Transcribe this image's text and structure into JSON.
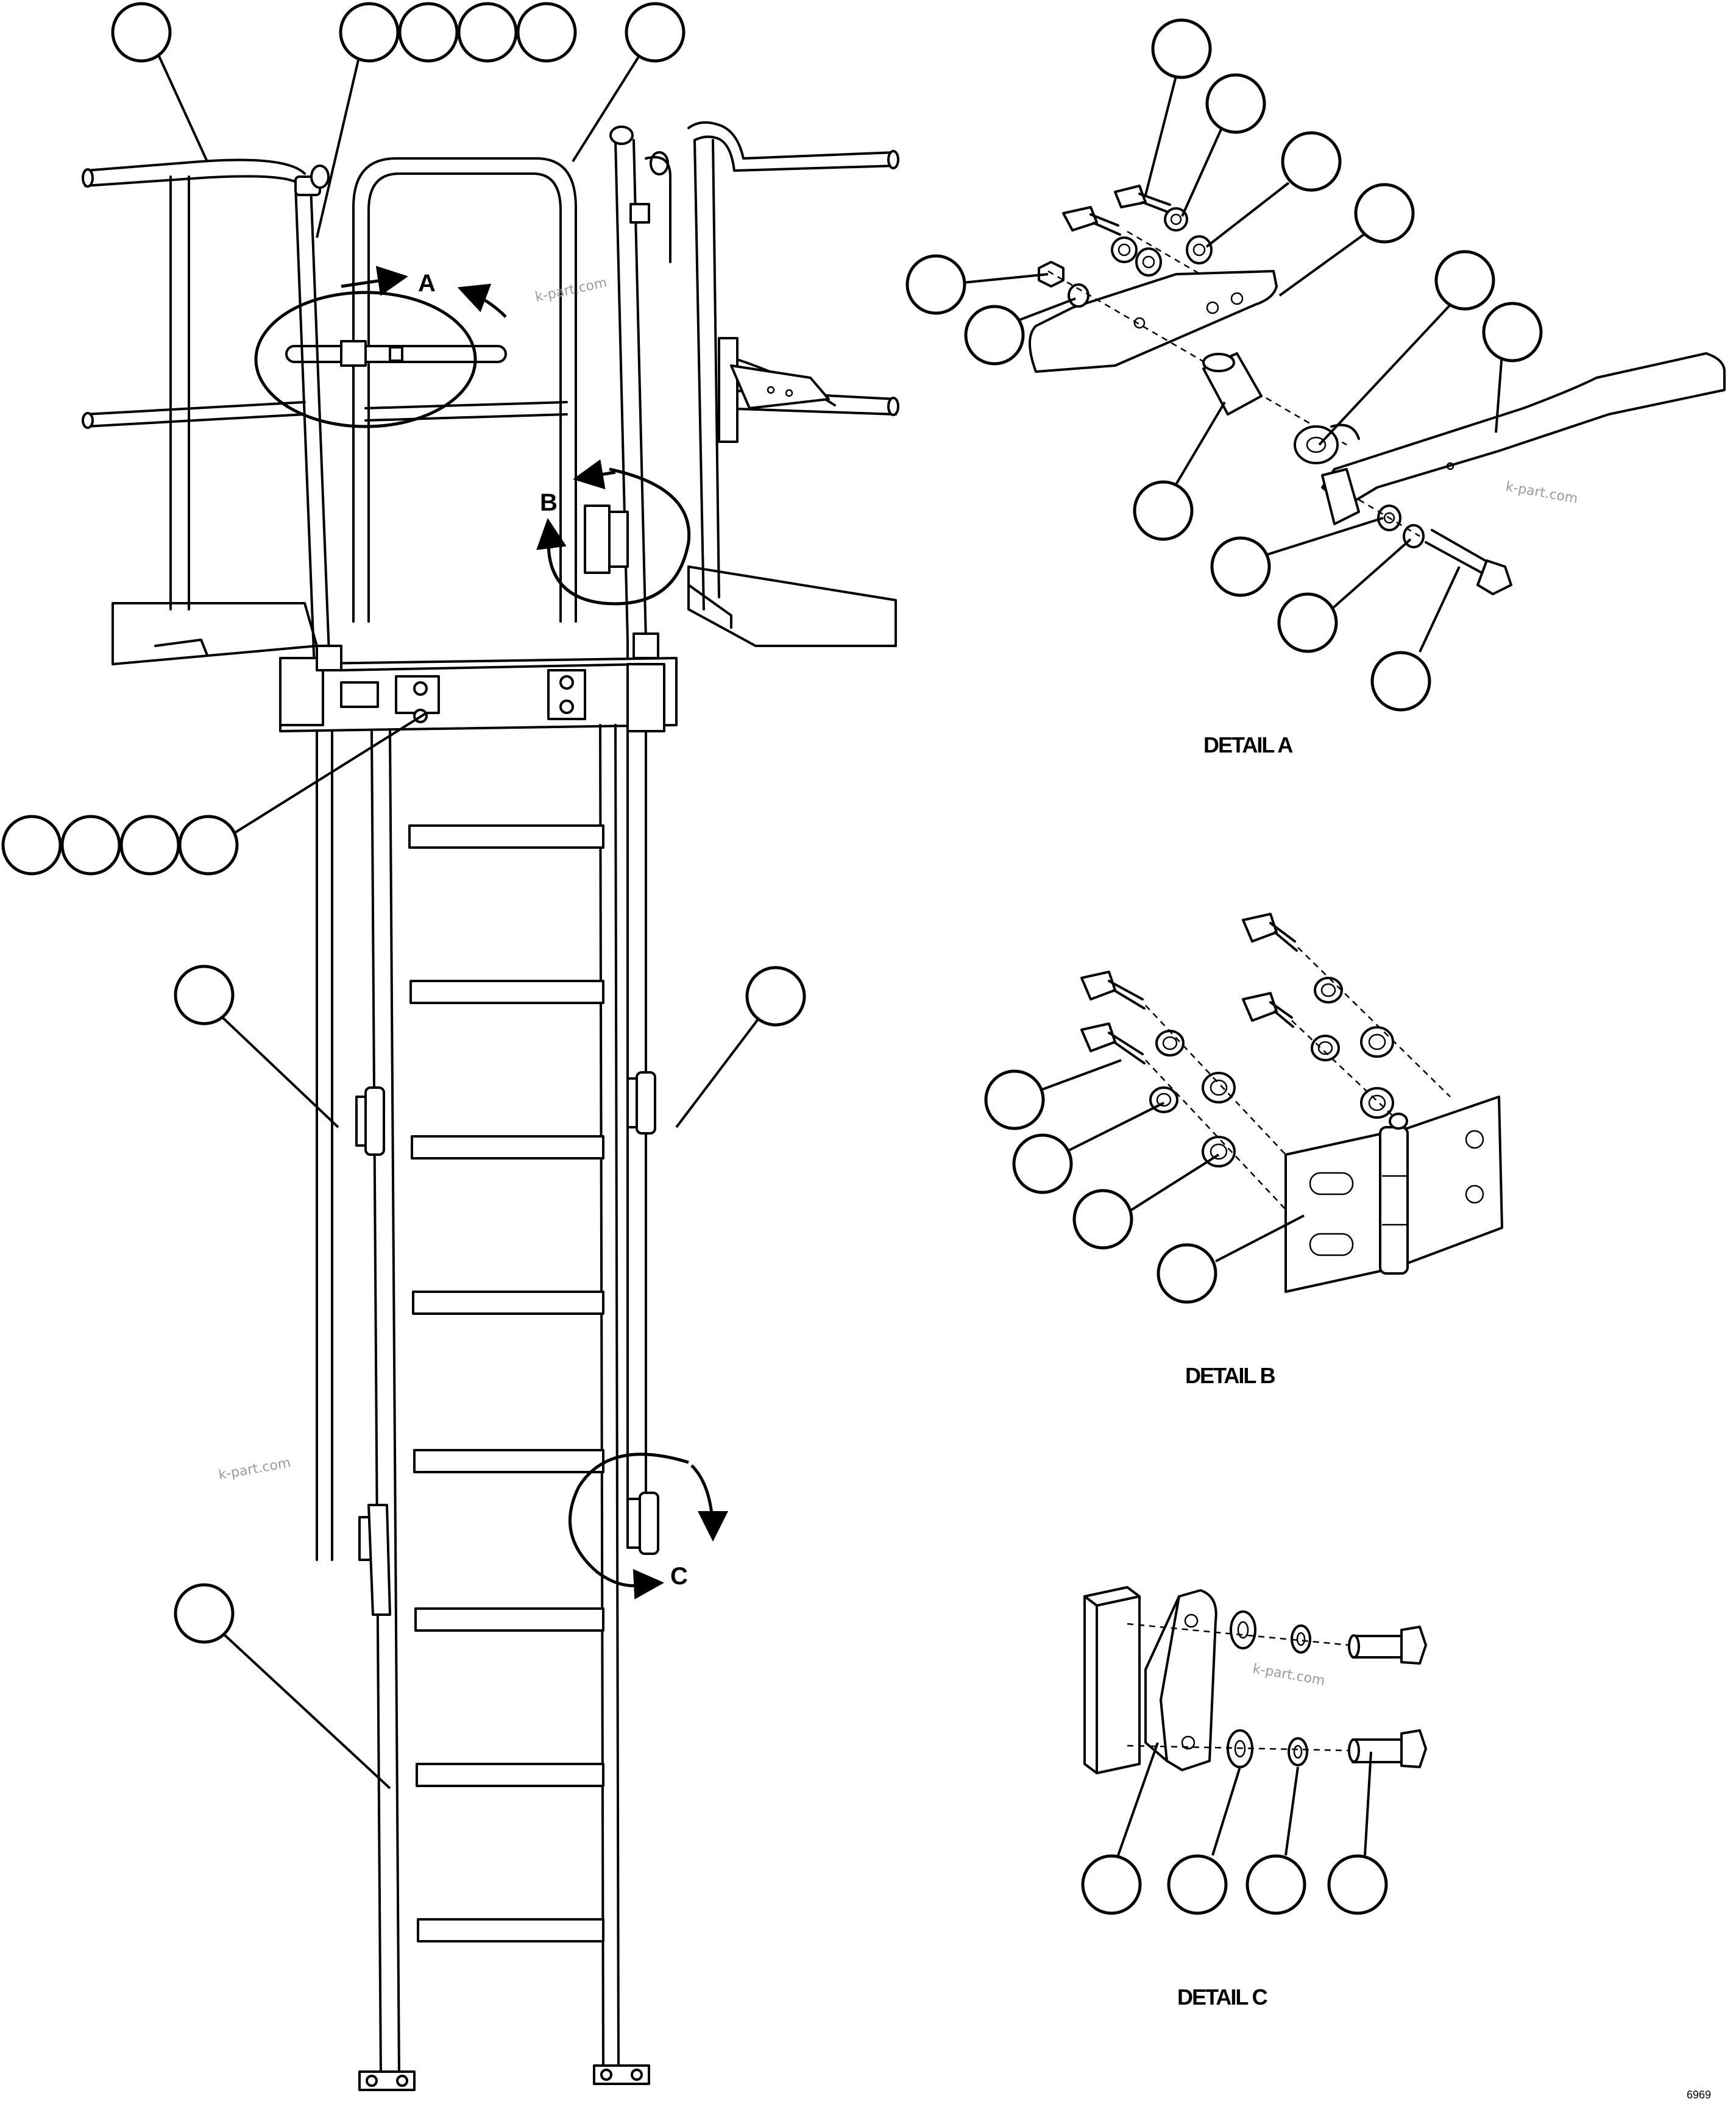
{
  "details": {
    "a": {
      "letter": "A",
      "title": "DETAIL A"
    },
    "b": {
      "letter": "B",
      "title": "DETAIL B"
    },
    "c": {
      "letter": "C",
      "title": "DETAIL C"
    }
  },
  "watermark": "k-part.com",
  "figure_code": "6969"
}
